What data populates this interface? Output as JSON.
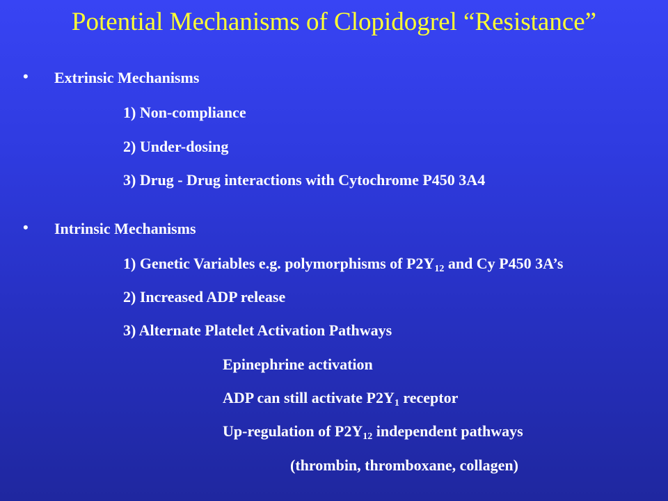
{
  "slide": {
    "title": "Potential Mechanisms of Clopidogrel “Resistance”",
    "bullet_glyph": "•",
    "extrinsic": {
      "heading": "Extrinsic Mechanisms",
      "item1": "1)  Non-compliance",
      "item2": "2)  Under-dosing",
      "item3": "3)   Drug - Drug interactions with Cytochrome P450 3A4"
    },
    "intrinsic": {
      "heading": "Intrinsic Mechanisms",
      "item1_pre": "1)  Genetic Variables e.g. polymorphisms of P2Y",
      "item1_sub": "12",
      "item1_post": " and Cy P450 3A’s",
      "item2": "2)   Increased ADP release",
      "item3": "3)   Alternate Platelet Activation Pathways",
      "sub1": "Epinephrine activation",
      "sub2_pre": "ADP can still activate P2Y",
      "sub2_sub": "1",
      "sub2_post": " receptor",
      "sub3_pre": "Up-regulation of P2Y",
      "sub3_sub": "12",
      "sub3_post": " independent pathways",
      "sub4": "(thrombin, thromboxane, collagen)"
    }
  }
}
